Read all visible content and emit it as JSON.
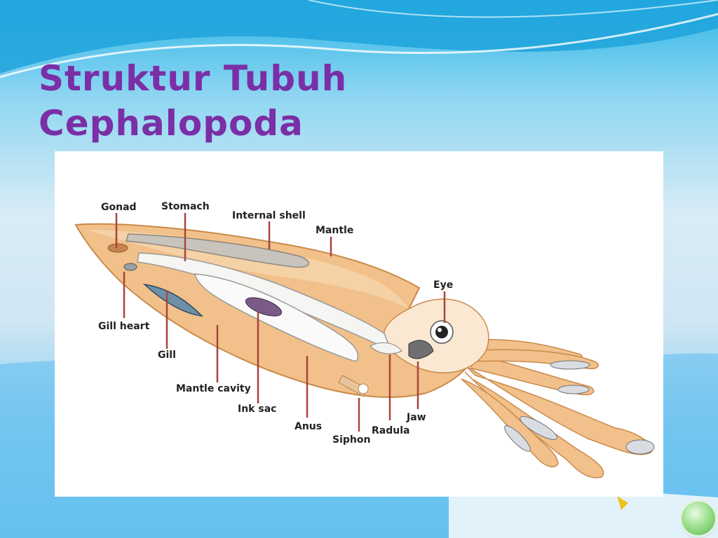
{
  "slide": {
    "title_line1": "Struktur Tubuh",
    "title_line2": "Cephalopoda"
  },
  "diagram": {
    "labels": {
      "gonad": "Gonad",
      "stomach": "Stomach",
      "internal_shell": "Internal shell",
      "mantle": "Mantle",
      "eye": "Eye",
      "gill_heart": "Gill heart",
      "gill": "Gill",
      "mantle_cavity": "Mantle cavity",
      "ink_sac": "Ink sac",
      "anus": "Anus",
      "siphon": "Siphon",
      "radula": "Radula",
      "jaw": "Jaw"
    }
  },
  "controls": {
    "next_icon": "green-circle-button"
  },
  "colors": {
    "title": "#7a2fa6",
    "body_tan": "#f2c08a",
    "body_outline": "#c98a4a",
    "leader_lines": "#a8453c"
  }
}
